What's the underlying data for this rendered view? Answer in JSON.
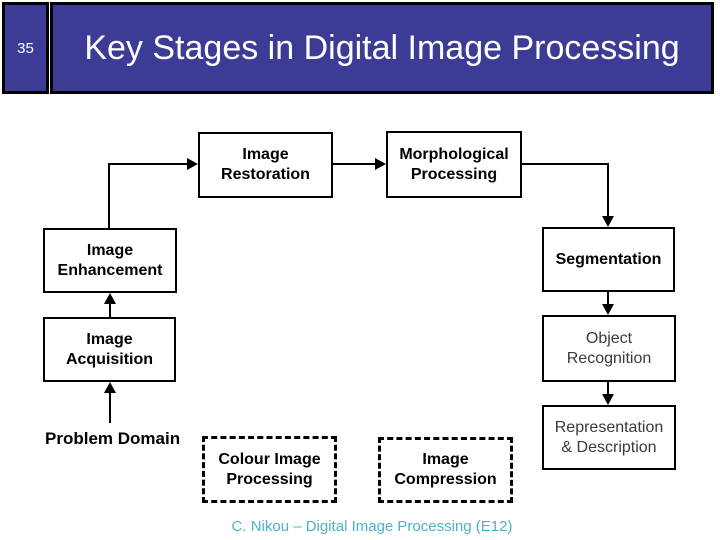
{
  "slide": {
    "number": "35",
    "title": "Key Stages in Digital Image Processing",
    "footer": "C. Nikou – Digital Image Processing (E12)"
  },
  "colors": {
    "header_bg": "#3C3C96",
    "header_text": "#FFFFFF",
    "footer_text": "#4FB0CB",
    "line": "#000000"
  },
  "diagram": {
    "nodes": {
      "image_restoration": {
        "line1": "Image",
        "line2": "Restoration"
      },
      "morphological_processing": {
        "line1": "Morphological",
        "line2": "Processing"
      },
      "image_enhancement": {
        "line1": "Image",
        "line2": "Enhancement"
      },
      "segmentation": {
        "line1": "Segmentation",
        "line2": ""
      },
      "image_acquisition": {
        "line1": "Image",
        "line2": "Acquisition"
      },
      "object_recognition": {
        "line1": "Object",
        "line2": "Recognition"
      },
      "representation_description": {
        "line1": "Representation",
        "line2": "& Description"
      },
      "colour_image_processing": {
        "line1": "Colour Image",
        "line2": "Processing"
      },
      "image_compression": {
        "line1": "Image",
        "line2": "Compression"
      }
    },
    "labels": {
      "problem_domain": "Problem Domain"
    }
  }
}
